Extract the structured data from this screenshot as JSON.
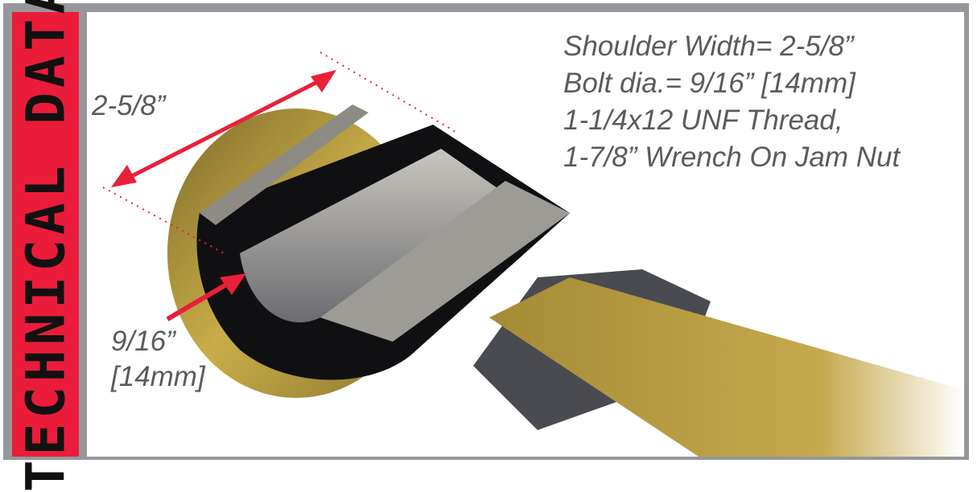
{
  "banner": {
    "title": "TECHNICAL DATA"
  },
  "specs": [
    "Shoulder Width= 2-5/8”",
    "Bolt dia.= 9/16” [14mm]",
    "1-1/4x12 UNF Thread,",
    "1-7/8” Wrench On Jam Nut"
  ],
  "dimensions": {
    "shoulder_width": "2-5/8”",
    "bore_line1": "9/16”",
    "bore_line2": "[14mm]"
  },
  "colors": {
    "banner": "#ea1c3a",
    "frame": "#96979b",
    "arrow": "#e8203a",
    "text": "#5a5b5e",
    "brass": "#b39a3a"
  }
}
